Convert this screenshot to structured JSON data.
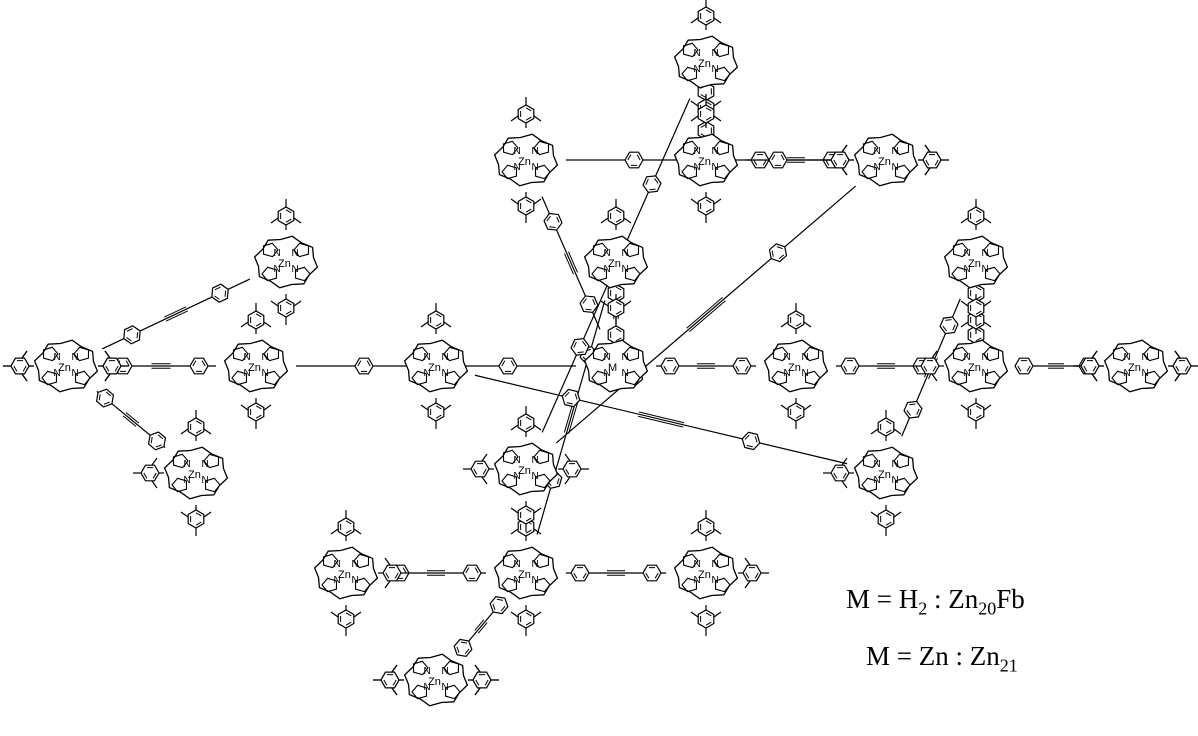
{
  "labels": {
    "n": "N",
    "zn": "Zn",
    "m": "M"
  },
  "legend": {
    "line1": {
      "lhs": "M = H",
      "lhs_sub": "2",
      "sep": " : Zn",
      "rhs_sub": "20",
      "suffix": "Fb"
    },
    "line2": {
      "lhs": "M = Zn",
      "sep": " : Zn",
      "rhs_sub": "21"
    }
  },
  "structure": {
    "porphyrins": [
      {
        "id": "p1",
        "metal": "zn",
        "meso": [
          "top",
          "bottom"
        ],
        "ends": []
      },
      {
        "id": "p2",
        "metal": "zn",
        "meso": [
          "top",
          "bottom"
        ],
        "ends": []
      },
      {
        "id": "p3",
        "metal": "zn",
        "meso": [
          "left",
          "right"
        ],
        "ends": [
          "left",
          "right"
        ]
      },
      {
        "id": "p4",
        "metal": "zn",
        "meso": [
          "top",
          "bottom"
        ],
        "ends": []
      },
      {
        "id": "p5",
        "metal": "m",
        "meso": [],
        "ends": []
      },
      {
        "id": "p6",
        "metal": "zn",
        "meso": [
          "top",
          "bottom"
        ],
        "ends": []
      },
      {
        "id": "p7",
        "metal": "zn",
        "meso": [
          "top",
          "bottom"
        ],
        "ends": []
      },
      {
        "id": "p8",
        "metal": "zn",
        "meso": [
          "top",
          "bottom"
        ],
        "ends": [
          "right"
        ]
      },
      {
        "id": "p9",
        "metal": "zn",
        "meso": [
          "top",
          "bottom"
        ],
        "ends": []
      },
      {
        "id": "p10",
        "metal": "zn",
        "meso": [
          "top",
          "bottom"
        ],
        "ends": [
          "left"
        ]
      },
      {
        "id": "p11",
        "metal": "zn",
        "meso": [
          "left",
          "right"
        ],
        "ends": [
          "left",
          "right"
        ]
      },
      {
        "id": "p12",
        "metal": "zn",
        "meso": [
          "top",
          "bottom"
        ],
        "ends": []
      },
      {
        "id": "p13",
        "metal": "zn",
        "meso": [
          "top",
          "bottom"
        ],
        "ends": [
          "left"
        ]
      },
      {
        "id": "p14",
        "metal": "zn",
        "meso": [
          "top",
          "bottom"
        ],
        "ends": []
      },
      {
        "id": "p15",
        "metal": "zn",
        "meso": [
          "top",
          "bottom"
        ],
        "ends": []
      },
      {
        "id": "p16",
        "metal": "zn",
        "meso": [
          "left",
          "right"
        ],
        "ends": [
          "left",
          "right"
        ]
      },
      {
        "id": "p17",
        "metal": "zn",
        "meso": [
          "top",
          "bottom"
        ],
        "ends": [
          "left"
        ]
      },
      {
        "id": "p18",
        "metal": "zn",
        "meso": [
          "top",
          "bottom"
        ],
        "ends": []
      },
      {
        "id": "p19",
        "metal": "zn",
        "meso": [
          "top",
          "bottom"
        ],
        "ends": [
          "right"
        ]
      },
      {
        "id": "p20",
        "metal": "zn",
        "meso": [
          "left",
          "right"
        ],
        "ends": [
          "left",
          "right"
        ]
      },
      {
        "id": "p21",
        "metal": "zn",
        "meso": [
          "top",
          "bottom"
        ],
        "ends": [
          "left",
          "right"
        ]
      }
    ],
    "links": [
      [
        "p1",
        "p2"
      ],
      [
        "p2",
        "p3"
      ],
      [
        "p3",
        "p4"
      ],
      [
        "p4",
        "p5"
      ],
      [
        "p5",
        "p6"
      ],
      [
        "p6",
        "p7"
      ],
      [
        "p7",
        "p8"
      ],
      [
        "p5",
        "p9"
      ],
      [
        "p9",
        "p10"
      ],
      [
        "p10",
        "p11"
      ],
      [
        "p10",
        "p12"
      ],
      [
        "p12",
        "p13"
      ],
      [
        "p13",
        "p14"
      ],
      [
        "p5",
        "p15"
      ],
      [
        "p15",
        "p16"
      ],
      [
        "p16",
        "p17"
      ],
      [
        "p16",
        "p18"
      ],
      [
        "p7",
        "p19"
      ],
      [
        "p7",
        "p20"
      ],
      [
        "p3",
        "p21"
      ],
      [
        "p21",
        "p1"
      ]
    ]
  }
}
